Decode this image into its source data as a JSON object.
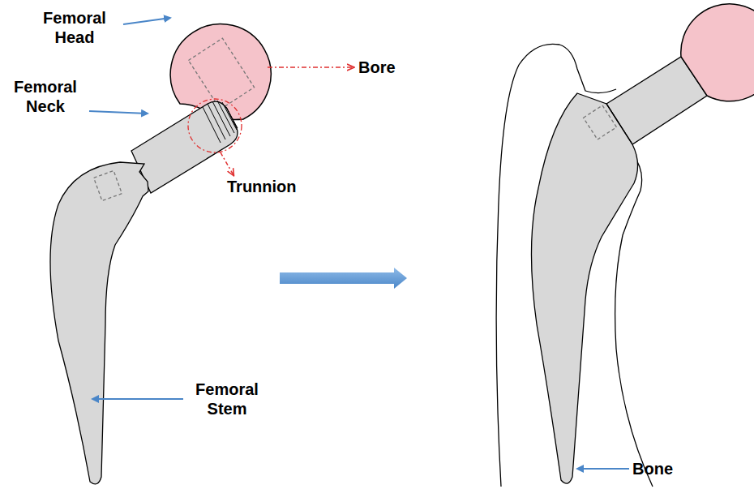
{
  "diagram": {
    "labels": [
      "Femoral Head",
      "Femoral Neck",
      "Bore",
      "Trunnion",
      "Femoral Stem",
      "Bone"
    ]
  }
}
